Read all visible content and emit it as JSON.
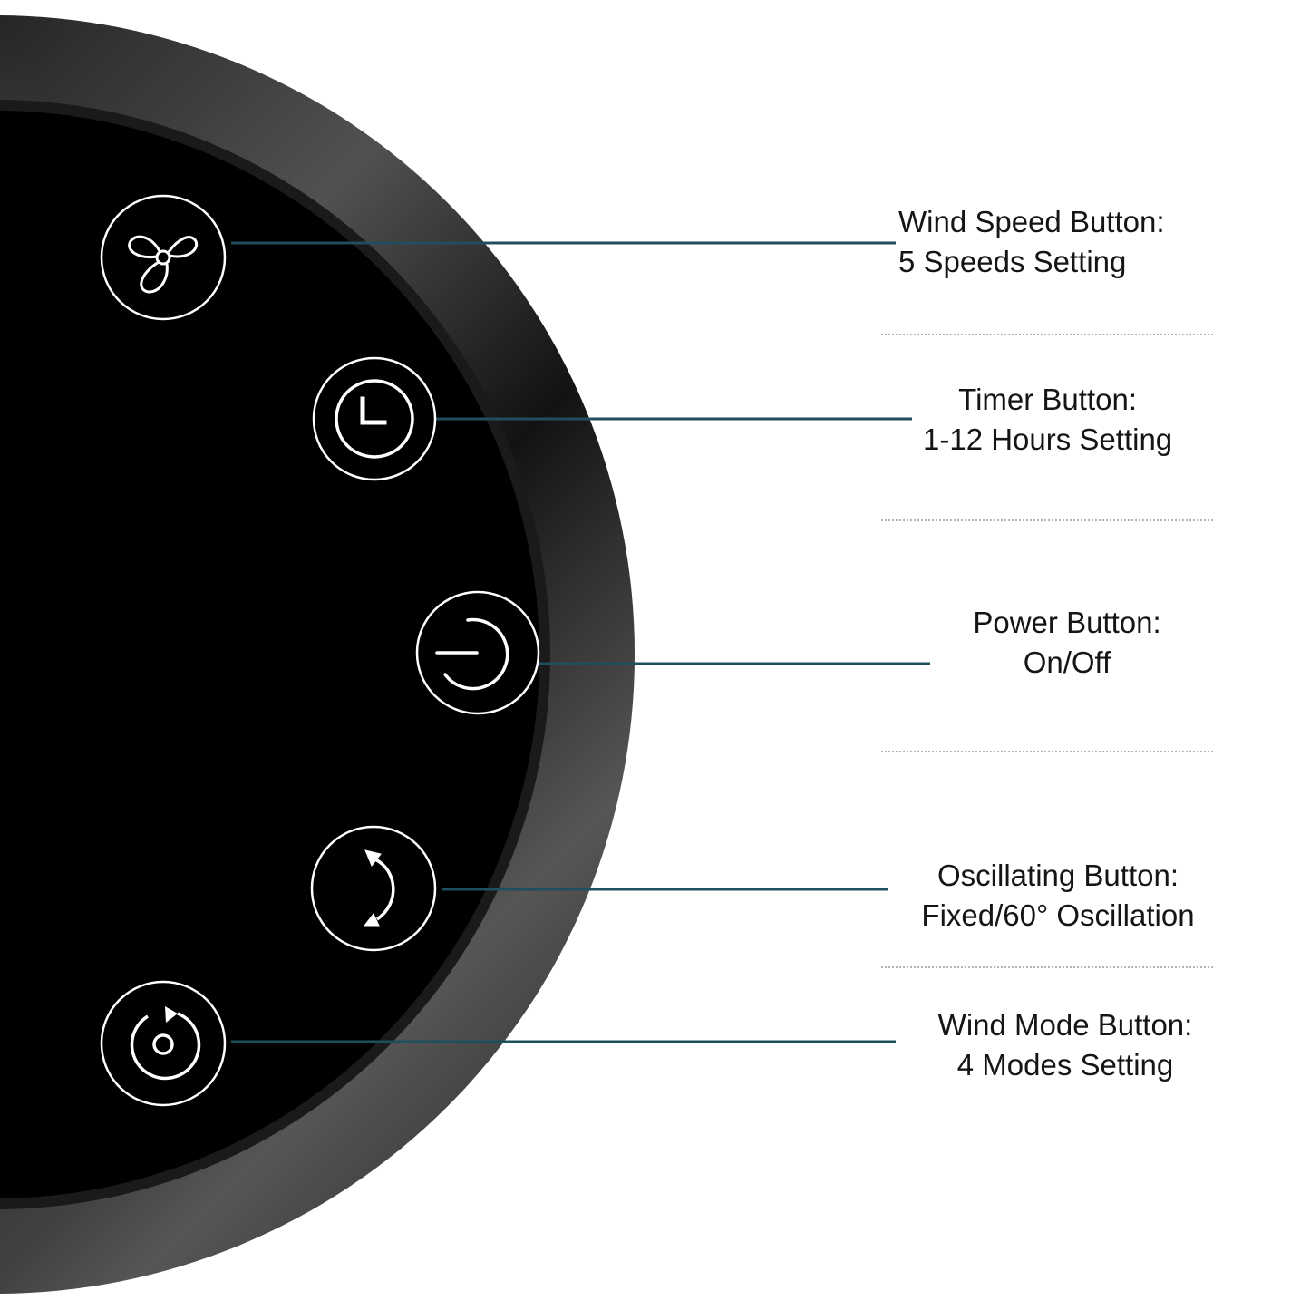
{
  "controls": [
    {
      "id": "wind-speed",
      "icon": "fan-icon",
      "title": "Wind Speed Button:",
      "detail": "5 Speeds Setting"
    },
    {
      "id": "timer",
      "icon": "clock-icon",
      "title": "Timer Button:",
      "detail": "1-12 Hours Setting"
    },
    {
      "id": "power",
      "icon": "power-icon",
      "title": "Power Button:",
      "detail": "On/Off"
    },
    {
      "id": "oscillating",
      "icon": "oscillation-arrows-icon",
      "title": "Oscillating Button:",
      "detail": "Fixed/60° Oscillation"
    },
    {
      "id": "wind-mode",
      "icon": "mode-cycle-icon",
      "title": "Wind Mode Button:",
      "detail": "4 Modes Setting"
    }
  ],
  "colors": {
    "panel": "#000000",
    "rim_light": "#8a8986",
    "rim_dark": "#0e0e0e",
    "leader_line": "#1f4f5e",
    "separator": "#9a9a9a",
    "icon_stroke": "#ffffff",
    "text": "#151515"
  }
}
